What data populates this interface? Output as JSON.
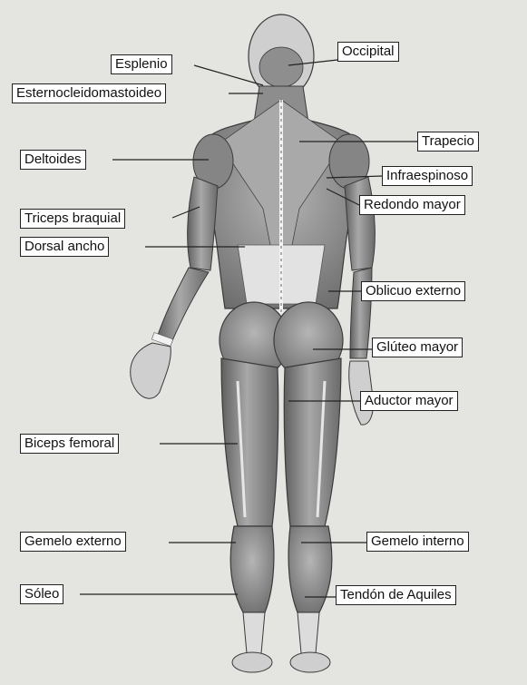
{
  "colors": {
    "page_background": "#e9e9e6",
    "muscle_dark": "#6f6f6f",
    "muscle_mid": "#9a9a9a",
    "muscle_light": "#d7d7d7",
    "tendon": "#f2f2f2",
    "outline": "#3a3a3a"
  },
  "labels": {
    "esplenio": "Esplenio",
    "esternocleidomastoideo": "Esternocleidomastoideo",
    "deltoides": "Deltoides",
    "triceps_braquial": "Triceps braquial",
    "dorsal_ancho": "Dorsal ancho",
    "biceps_femoral": "Biceps femoral",
    "gemelo_externo": "Gemelo externo",
    "soleo": "Sóleo",
    "occipital": "Occipital",
    "trapecio": "Trapecio",
    "infraespinoso": "Infraespinoso",
    "redondo_mayor": "Redondo mayor",
    "oblicuo_externo": "Oblicuo externo",
    "gluteo_mayor": "Glúteo mayor",
    "aductor_mayor": "Aductor mayor",
    "gemelo_interno": "Gemelo interno",
    "tendon_de_aquiles": "Tendón de Aquiles"
  }
}
